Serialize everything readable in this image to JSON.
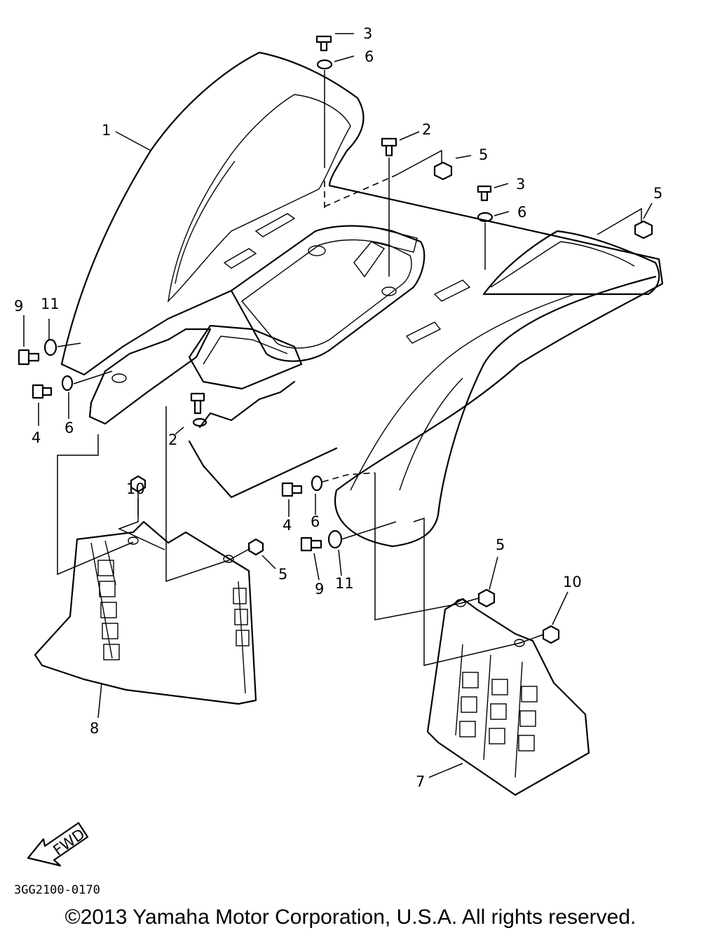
{
  "diagram": {
    "part_code": "3GG2100-0170",
    "fwd_label": "FWD",
    "callouts": [
      "1",
      "2",
      "2",
      "3",
      "3",
      "4",
      "4",
      "5",
      "5",
      "5",
      "5",
      "6",
      "6",
      "6",
      "6",
      "7",
      "8",
      "9",
      "9",
      "10",
      "10",
      "11",
      "11"
    ]
  },
  "footer": {
    "copyright": "©2013 Yamaha Motor Corporation, U.S.A. All rights reserved."
  }
}
